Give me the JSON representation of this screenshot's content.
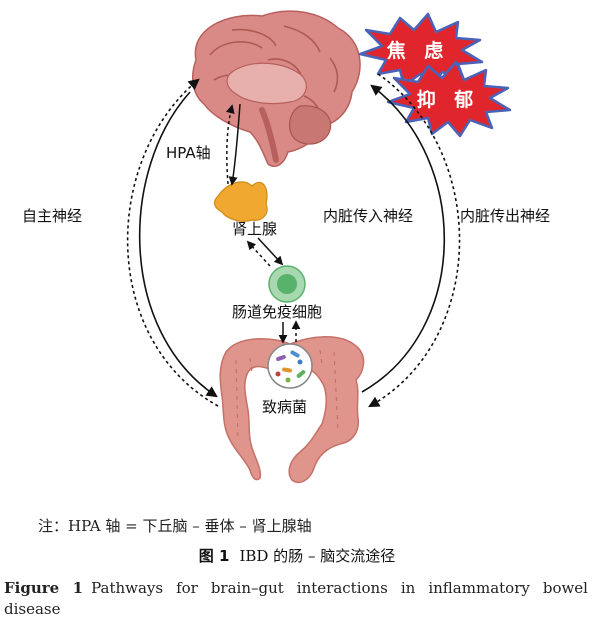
{
  "labels": {
    "anxiety": "焦 虑",
    "depression": "抑 郁",
    "hpa_axis": "HPA轴",
    "autonomic_nerve": "自主神经",
    "visceral_afferent": "内脏传入神经",
    "visceral_efferent": "内脏传出神经",
    "adrenal": "肾上腺",
    "immune_cells": "肠道免疫细胞",
    "pathogens": "致病菌"
  },
  "note": "注：HPA 轴 = 下丘脑 – 垂体 – 肾上腺轴",
  "caption_cn": {
    "figure_label": "图 1",
    "text": "IBD 的肠 – 脑交流途径"
  },
  "caption_en": {
    "figure_label": "Figure 1",
    "text": "Pathways for brain–gut interactions in inflammatory bowel disease"
  },
  "colors": {
    "brain": "#d98a86",
    "brain_dark": "#b8605d",
    "colon": "#e0958c",
    "colon_dark": "#c57169",
    "burst_red": "#e0262c",
    "burst_edge": "#4a63b8",
    "adrenal": "#f0a830",
    "immune_cell": "#58b26c"
  }
}
